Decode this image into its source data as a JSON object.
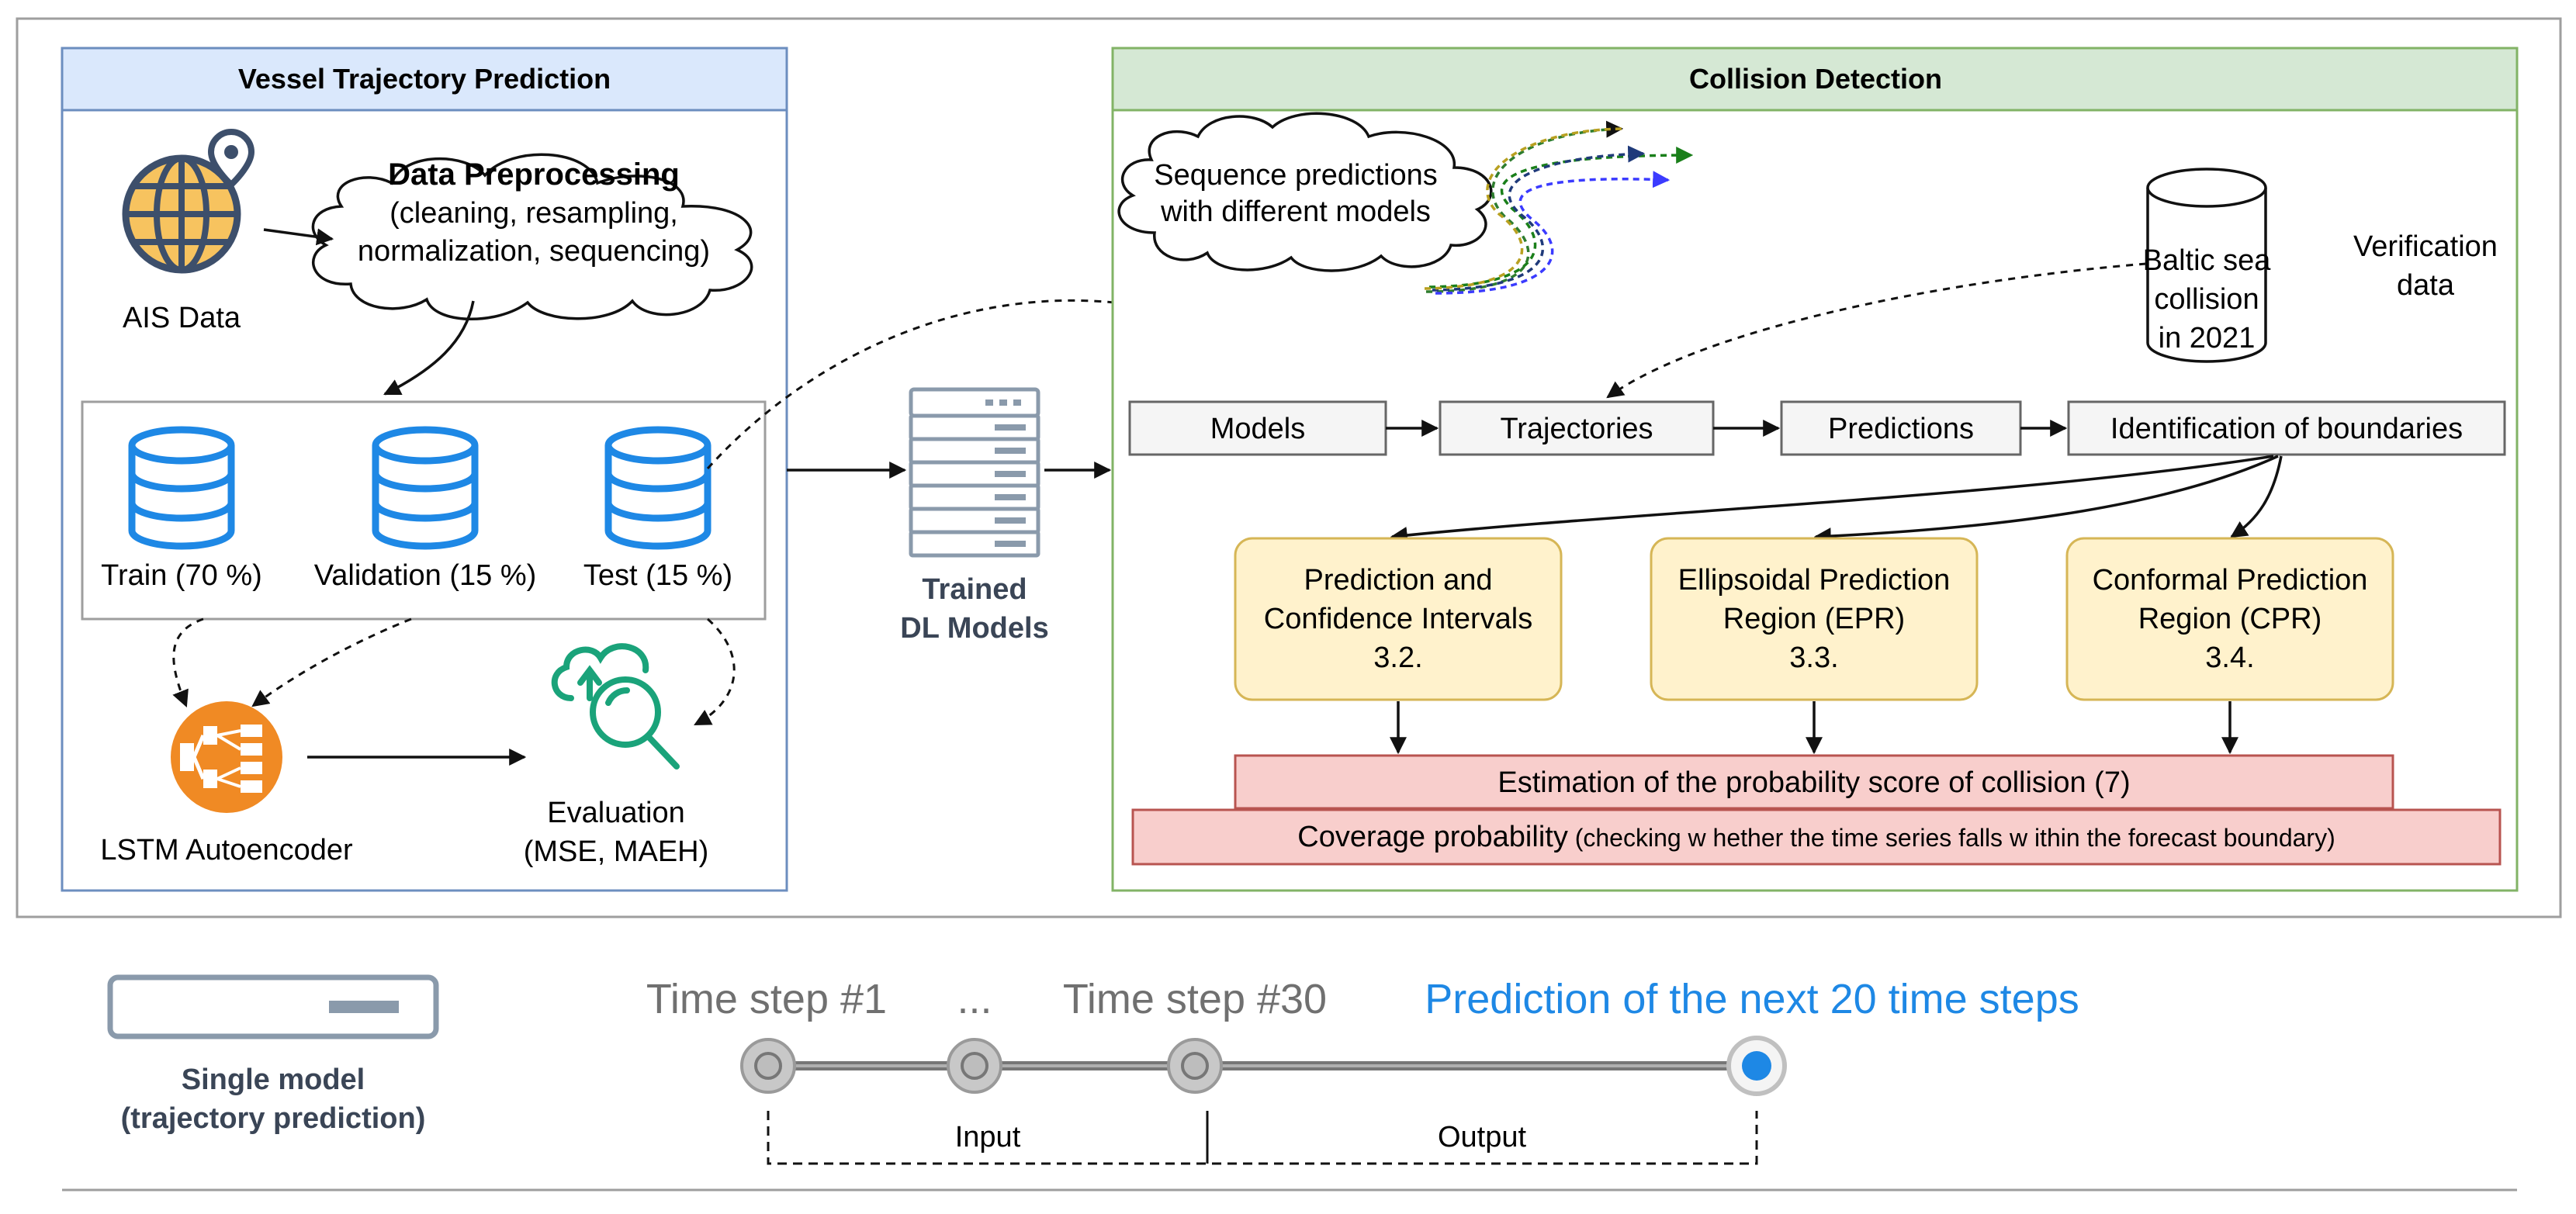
{
  "vtp": {
    "title": "Vessel Trajectory Prediction",
    "ais_label": "AIS Data",
    "preprocess_title": "Data Preprocessing",
    "preprocess_line1": "(cleaning, resampling,",
    "preprocess_line2": "normalization, sequencing)",
    "train": "Train (70 %)",
    "validation": "Validation (15 %)",
    "test": "Test (15 %)",
    "lstm": "LSTM Autoencoder",
    "evaluation": "Evaluation",
    "evaluation_metrics": "(MSE, MAEH)"
  },
  "trained": {
    "line1": "Trained",
    "line2": "DL Models"
  },
  "cd": {
    "title": "Collision Detection",
    "seq_line1": "Sequence predictions",
    "seq_line2": "with different models",
    "baltic_line1": "Baltic sea",
    "baltic_line2": "collision",
    "baltic_line3": "in 2021",
    "verification_line1": "Verification",
    "verification_line2": "data",
    "models": "Models",
    "trajectories": "Trajectories",
    "predictions": "Predictions",
    "identification": "Identification of boundaries",
    "pci_line1": "Prediction and",
    "pci_line2": "Confidence Intervals",
    "pci_line3": "3.2.",
    "epr_line1": "Ellipsoidal Prediction",
    "epr_line2": "Region (EPR)",
    "epr_line3": "3.3.",
    "cpr_line1": "Conformal Prediction",
    "cpr_line2": "Region (CPR)",
    "cpr_line3": "3.4.",
    "estimation": "Estimation of the probability score of collision (7)",
    "coverage_main": "Coverage probability",
    "coverage_detail": " (checking w hether the time series falls w ithin the forecast boundary)"
  },
  "legend": {
    "single_line1": "Single model",
    "single_line2": "(trajectory prediction)",
    "step1": "Time step #1",
    "ellipsis": "...",
    "step30": "Time step #30",
    "next": "Prediction of the next 20 time steps",
    "input": "Input",
    "output": "Output"
  },
  "colors": {
    "vtp_header_fill": "#dae8fc",
    "vtp_border": "#6c8ebf",
    "cd_header_fill": "#d5e8d4",
    "cd_border": "#82b366",
    "region_fill": "#fff2cc",
    "region_border": "#d6b656",
    "pink_fill": "#f8cecc",
    "pink_border": "#b85450",
    "db_blue": "#1e88e5",
    "accent_blue": "#1e88e5",
    "lstm_orange": "#f08a24",
    "eval_teal": "#1aa37a"
  }
}
